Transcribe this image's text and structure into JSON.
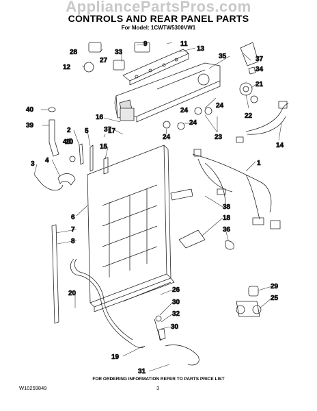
{
  "watermark": "AppliancePartsPros.com",
  "title": "CONTROLS AND REAR PANEL PARTS",
  "subtitle": "For Model: 1CWTW5300VW1",
  "callouts": [
    "1",
    "2",
    "3",
    "4",
    "5",
    "6",
    "7",
    "8",
    "9",
    "10",
    "11",
    "12",
    "13",
    "14",
    "15",
    "16",
    "17",
    "18",
    "19",
    "20",
    "21",
    "22",
    "23",
    "24",
    "24",
    "24",
    "24",
    "25",
    "26",
    "27",
    "28",
    "29",
    "30",
    "30",
    "31",
    "32",
    "33",
    "34",
    "35",
    "36",
    "37",
    "37",
    "38",
    "39",
    "40",
    "40"
  ],
  "footer": {
    "note": "FOR ORDERING INFORMATION REFER TO PARTS PRICE LIST",
    "doc_number": "W10259849",
    "page_number": "3"
  }
}
